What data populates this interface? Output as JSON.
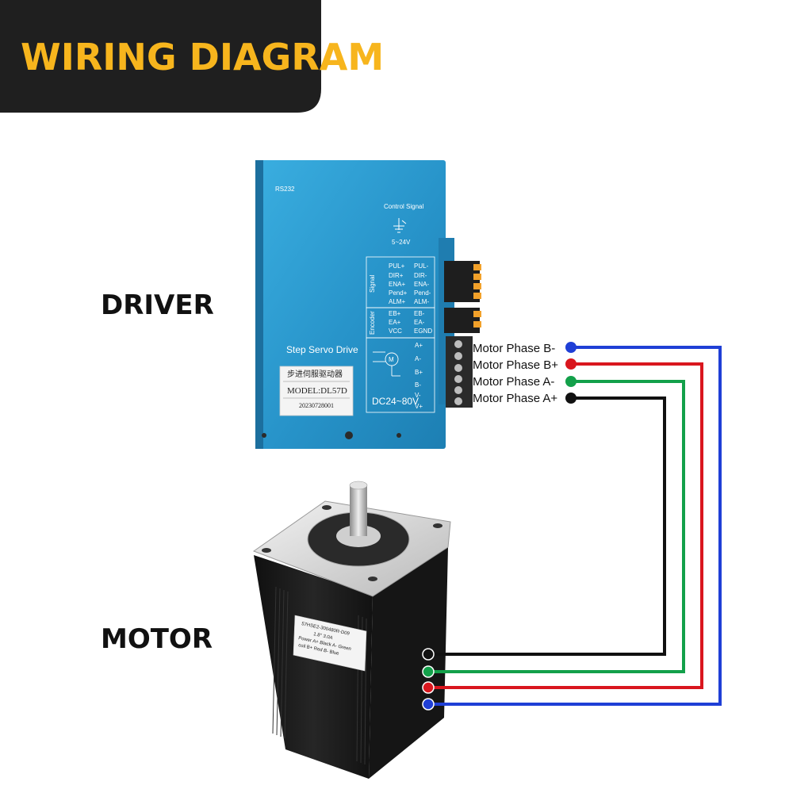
{
  "header": {
    "title": "WIRING DIAGRAM"
  },
  "labels": {
    "driver": "DRIVER",
    "motor": "MOTOR"
  },
  "driver": {
    "rs232": "RS232",
    "control_signal": "Control Signal",
    "voltage_signal": "5~24V",
    "signal_group": "Signal",
    "encoder_group": "Encoder",
    "signal_pins_left": [
      "PUL+",
      "DIR+",
      "ENA+",
      "Pend+",
      "ALM+"
    ],
    "signal_pins_right": [
      "PUL-",
      "DIR-",
      "ENA-",
      "Pend-",
      "ALM-"
    ],
    "encoder_pins_left": [
      "EB+",
      "EA+",
      "VCC"
    ],
    "encoder_pins_right": [
      "EB-",
      "EA-",
      "EGND"
    ],
    "power_pins": [
      "A+",
      "A-",
      "B+",
      "B-",
      "V-",
      "V+"
    ],
    "name": "Step Servo Drive",
    "chinese_name": "步进伺服驱动器",
    "model": "MODEL:DL57D",
    "serial": "20230728001",
    "voltage": "DC24~80V"
  },
  "motor_label": {
    "model": "57HSE2-300480R-D09",
    "spec": "1.8° 3.0A",
    "power_row": "Power  A+ Black  A- Green",
    "coil_row": "coil  B+ Red   B- Blue"
  },
  "wires": [
    {
      "label": "Motor Phase B-",
      "color": "#1f3fd6"
    },
    {
      "label": "Motor Phase B+",
      "color": "#d9161e"
    },
    {
      "label": "Motor Phase A-",
      "color": "#13a04a"
    },
    {
      "label": "Motor Phase A+",
      "color": "#111111"
    }
  ],
  "colors": {
    "header_bg": "#1f1f1f",
    "title": "#f7b51d",
    "driver_body": "#2a9ad1",
    "motor_body": "#1a1a1a"
  }
}
